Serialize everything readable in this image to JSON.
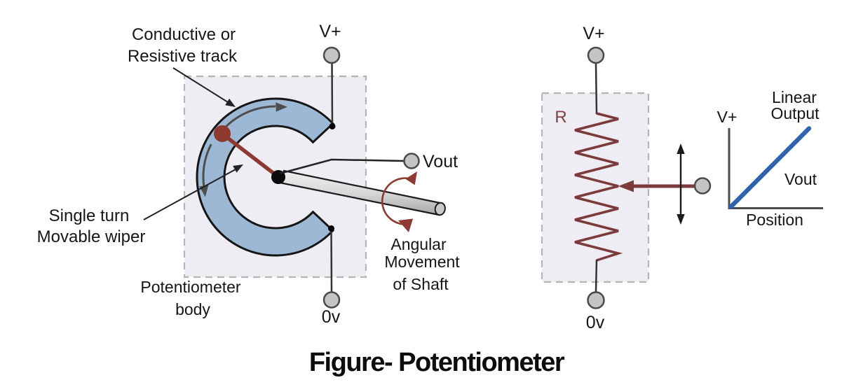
{
  "figure": {
    "caption": "Figure- Potentiometer"
  },
  "left_diagram": {
    "track_label": {
      "line1": "Conductive or",
      "line2": "Resistive track"
    },
    "wiper_label": {
      "line1": "Single turn",
      "line2": "Movable wiper"
    },
    "body_label": {
      "line1": "Potentiometer",
      "line2": "body"
    },
    "shaft_label": {
      "line1": "Angular",
      "line2": "Movement",
      "line3": "of Shaft"
    },
    "terminal_vplus": "V+",
    "terminal_vout": "Vout",
    "terminal_0v": "0v"
  },
  "schematic": {
    "resistor_label": "R",
    "terminal_vplus": "V+",
    "terminal_0v": "0v"
  },
  "graph": {
    "y_axis_label": "V+",
    "curve_label": {
      "line1": "Linear",
      "line2": "Output"
    },
    "output_label": "Vout",
    "x_axis_label": "Position"
  },
  "chart_data": {
    "type": "line",
    "title": "Linear Output",
    "xlabel": "Position",
    "ylabel": "Vout",
    "x": [
      0,
      1
    ],
    "y": [
      0,
      1
    ],
    "note": "straight line from origin (0v) up to V+ at full position",
    "legend_position": "top-right",
    "grid": false
  },
  "colors": {
    "track_fill": "#9DB8D4",
    "body_fill": "#EDEDF3",
    "body_border": "#b5b5b5",
    "wiper_red": "#8E392F",
    "arc_red": "#8C3A33",
    "resistor_red": "#7C3B3B",
    "graph_line_blue": "#2E63B0",
    "terminal_gray": "#c4c4c4",
    "shaft_gray": "#d6d6d6"
  }
}
